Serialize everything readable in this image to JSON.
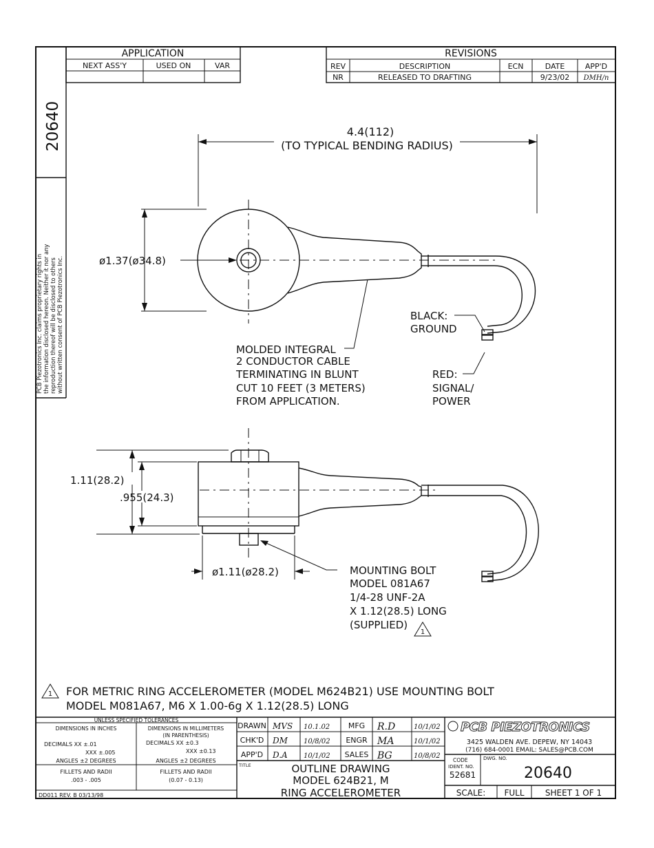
{
  "side_stamp": {
    "drawing_no": "20640",
    "proprietary_notice": [
      "PCB Piezotronics Inc. claims proprietary rights in",
      "the information disclosed hereon. Neither it nor any",
      "reproduction thereof will be disclosed to others",
      "without written consent of PCB Piezotronics Inc."
    ]
  },
  "application_table": {
    "title": "APPLICATION",
    "headers": [
      "NEXT ASS'Y",
      "USED ON",
      "VAR"
    ]
  },
  "revisions_table": {
    "title": "REVISIONS",
    "headers": [
      "REV",
      "DESCRIPTION",
      "ECN",
      "DATE",
      "APP'D"
    ],
    "rows": [
      {
        "rev": "NR",
        "description": "RELEASED TO DRAFTING",
        "ecn": "",
        "date": "9/23/02",
        "appd": "DMH/n"
      }
    ]
  },
  "dimensions": {
    "bending_radius_value": "4.4(112)",
    "bending_radius_note": "(TO TYPICAL BENDING RADIUS)",
    "top_diameter": "ø1.37(ø34.8)",
    "height_overall": "1.11(28.2)",
    "height_body": ".955(24.3)",
    "bottom_diameter": "ø1.11(ø28.2)"
  },
  "callouts": {
    "black_ground": [
      "BLACK:",
      "GROUND"
    ],
    "cable": [
      "MOLDED INTEGRAL",
      "2 CONDUCTOR CABLE",
      "TERMINATING IN BLUNT",
      "CUT 10 FEET (3 METERS)",
      "FROM APPLICATION."
    ],
    "red_signal": [
      "RED:",
      "SIGNAL/",
      "POWER"
    ],
    "mounting_bolt": [
      "MOUNTING BOLT",
      "MODEL 081A67",
      "1/4-28 UNF-2A",
      "X 1.12(28.5) LONG",
      "(SUPPLIED)"
    ],
    "flag_number": "1"
  },
  "note": {
    "flag_number": "1",
    "line1": "FOR METRIC RING ACCELEROMETER (MODEL M624B21) USE MOUNTING BOLT",
    "line2": "MODEL M081A67, M6 X 1.00-6g X 1.12(28.5) LONG"
  },
  "tolerance_block": {
    "title": "UNLESS SPECIFIED TOLERANCES",
    "inches_header": "DIMENSIONS IN INCHES",
    "mm_header": [
      "DIMENSIONS IN MILLIMETERS",
      "(IN PARENTHESIS)"
    ],
    "inch_decimals": [
      "DECIMALS   XX ±.01",
      "XXX ±.005"
    ],
    "mm_decimals": [
      "DECIMALS   XX ±0.3",
      "XXX ±0.13"
    ],
    "inch_angles": "ANGLES ±2 DEGREES",
    "mm_angles": "ANGLES ±2 DEGREES",
    "inch_fillets": [
      "FILLETS AND RADII",
      ".003 - .005"
    ],
    "mm_fillets": [
      "FILLETS AND RADII",
      "(0.07 - 0.13)"
    ],
    "form_no": "DD011 REV. B 03/13/98"
  },
  "signoff": {
    "rows": [
      {
        "label": "DRAWN",
        "initials": "MVS",
        "date": "10.1.02",
        "label2": "MFG",
        "initials2": "R.D",
        "date2": "10/1/02"
      },
      {
        "label": "CHK'D",
        "initials": "DM",
        "date": "10/8/02",
        "label2": "ENGR",
        "initials2": "MA",
        "date2": "10/1/02"
      },
      {
        "label": "APP'D",
        "initials": "D.A",
        "date": "10/1/02",
        "label2": "SALES",
        "initials2": "BG",
        "date2": "10/8/02"
      }
    ]
  },
  "title_block": {
    "title_label": "TITLE",
    "title_lines": [
      "OUTLINE DRAWING",
      "MODEL 624B21, M",
      "RING ACCELEROMETER"
    ],
    "company": "PCB PIEZOTRONICS",
    "address": "3425 WALDEN AVE. DEPEW, NY 14043",
    "contact": "(716) 684-0001  EMAIL: SALES@PCB.COM",
    "code_ident_label": [
      "CODE",
      "IDENT. NO."
    ],
    "code_ident": "52681",
    "dwg_no_label": "DWG. NO.",
    "dwg_no": "20640",
    "scale_label": "SCALE:",
    "scale": "FULL",
    "sheet": "SHEET  1  OF  1"
  }
}
